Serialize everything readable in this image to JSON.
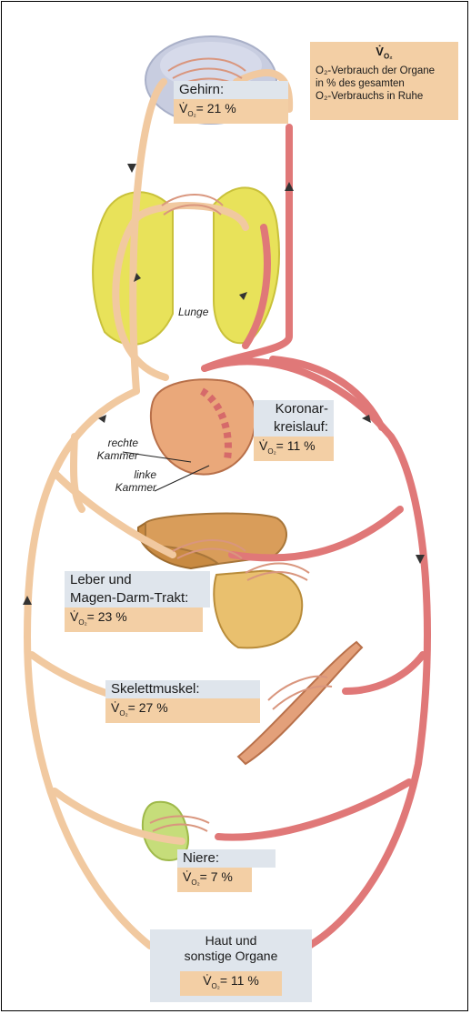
{
  "legend": {
    "symbol": "V̇",
    "symbol_sub": "O₂",
    "lines": [
      "O₂-Verbrauch der Organe",
      "in % des gesamten",
      "O₂-Verbrauchs in Ruhe"
    ]
  },
  "labels": {
    "lunge": "Lunge",
    "rechte_kammer": [
      "rechte",
      "Kammer"
    ],
    "linke_kammer": [
      "linke",
      "Kammer"
    ]
  },
  "organs": [
    {
      "id": "gehirn",
      "title": [
        "Gehirn:"
      ],
      "vo2_prefix": "V̇",
      "vo2_sub": "O₂",
      "value": "= 21 %"
    },
    {
      "id": "koronar",
      "title": [
        "Koronar-",
        "kreislauf:"
      ],
      "vo2_prefix": "V̇",
      "vo2_sub": "O₂",
      "value": "= 11 %"
    },
    {
      "id": "leber",
      "title": [
        "Leber und",
        "Magen-Darm-Trakt:"
      ],
      "vo2_prefix": "V̇",
      "vo2_sub": "O₂",
      "value": "= 23 %"
    },
    {
      "id": "skelett",
      "title": [
        "Skelettmuskel:"
      ],
      "vo2_prefix": "V̇",
      "vo2_sub": "O₂",
      "value": "= 27 %"
    },
    {
      "id": "niere",
      "title": [
        "Niere:"
      ],
      "vo2_prefix": "V̇",
      "vo2_sub": "O₂",
      "value": "= 7 %"
    },
    {
      "id": "haut",
      "title": [
        "Haut und",
        "sonstige Organe"
      ],
      "vo2_prefix": "V̇",
      "vo2_sub": "O₂",
      "value": "= 11 %"
    }
  ],
  "colors": {
    "venous": "#f1c9a0",
    "arterial": "#e07878",
    "lung": "#e8e25a",
    "heart": "#eaa87a",
    "liver": "#c88a42",
    "kidney": "#c6dd7a",
    "brain": "#c8cde0",
    "label_bg": "#dfe5ec",
    "value_bg": "#f3cfa5"
  }
}
